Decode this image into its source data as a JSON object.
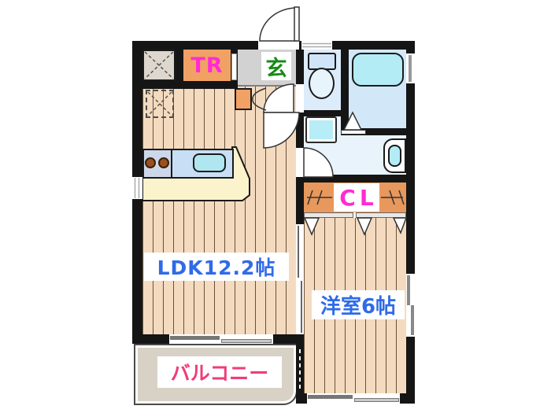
{
  "floor_plan": {
    "rooms": {
      "ldk": {
        "label": "LDK12.2帖"
      },
      "western_room": {
        "label": "洋室6帖"
      },
      "balcony": {
        "label": "バルコニー"
      },
      "entrance": {
        "label": "玄"
      },
      "trunk_room": {
        "label": "TR"
      },
      "closet": {
        "label": "CL"
      }
    },
    "colors": {
      "wall": "#151515",
      "wood_floor": "#f4dbbf",
      "room_label_blue": "#2f6be8",
      "trunk_closet_text_magenta": "#ff2bd4",
      "balcony_text_pink": "#ee3d7a",
      "entrance_text_green": "#178a17",
      "trunk_room_orange": "#f2a164",
      "closet_orange": "#e8985c",
      "bath_floor_blue": "#d2e8f8",
      "fixture_cyan": "#b4ecf6",
      "counter_blue": "#c8def4",
      "counter_cream": "#faf3cc",
      "balcony_gray": "#d8d2c6",
      "entrance_gray": "#d2d2d2"
    }
  }
}
